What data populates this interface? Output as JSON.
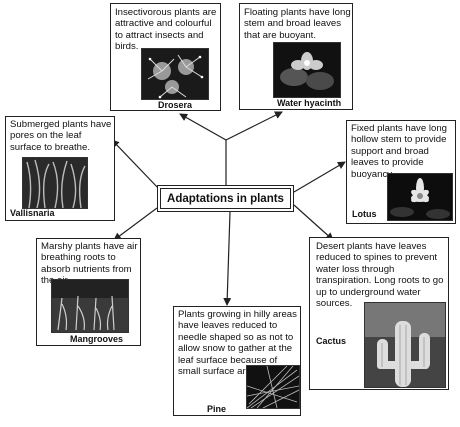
{
  "center": {
    "title": "Adaptations in plants"
  },
  "nodes": [
    {
      "id": "drosera",
      "text": "Insectivorous plants are attractive and colourful to attract insects and birds.",
      "label": "Drosera"
    },
    {
      "id": "water-hyacinth",
      "text": "Floating plants have long stem and broad leaves that are buoyant.",
      "label": "Water hyacinth"
    },
    {
      "id": "vallisnaria",
      "text": "Submerged plants have pores on the leaf surface to breathe.",
      "label": "Vallisnaria"
    },
    {
      "id": "lotus",
      "text": "Fixed plants have long hollow stem to provide support and broad leaves to provide buoyancy.",
      "label": "Lotus"
    },
    {
      "id": "mangrooves",
      "text": "Marshy plants have air breathing roots to absorb nutrients  from the air.",
      "label": "Mangrooves"
    },
    {
      "id": "cactus",
      "text": "Desert plants have leaves reduced to spines to prevent water loss through transpiration. Long roots to go up to underground water sources.",
      "label": "Cactus"
    },
    {
      "id": "pine",
      "text": "Plants growing in hilly areas have leaves reduced to needle shaped so as not to allow snow to gather at the leaf surface because of small surface area.",
      "label": "Pine"
    }
  ]
}
